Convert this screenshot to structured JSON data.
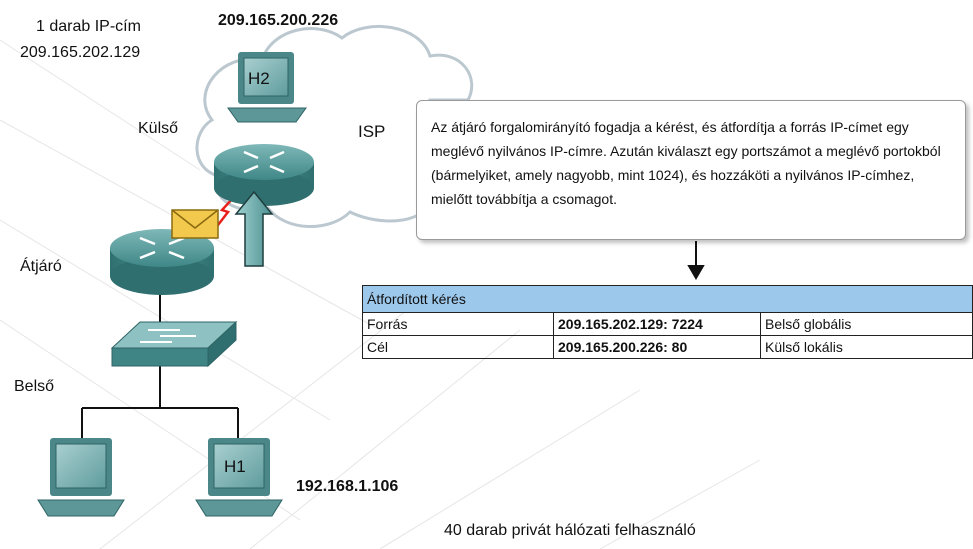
{
  "labels": {
    "public_ip_line1": "1 darab IP-cím",
    "public_ip_line2": "209.165.202.129",
    "server_ip": "209.165.200.226",
    "outside": "Külső",
    "isp": "ISP",
    "gateway": "Átjáró",
    "inside": "Belső",
    "h1_ip": "192.168.1.106",
    "footer": "40 darab privát hálózati felhasználó"
  },
  "hosts": {
    "h2": "H2",
    "h1": "H1"
  },
  "callout": {
    "text": "Az átjáró forgalomirányító fogadja a kérést, és átfordítja a forrás IP-címet egy meglévő nyilvános IP-címre. Azután kiválaszt egy portszámot a meglévő portokból (bármelyiket, amely nagyobb, mint 1024), és hozzáköti a nyilvános IP-címhez, mielőtt továbbítja a csomagot."
  },
  "table": {
    "title": "Átfordított kérés",
    "rows": [
      {
        "field": "Forrás",
        "address": "209.165.202.129: 7224",
        "scope": "Belső globális"
      },
      {
        "field": "Cél",
        "address": "209.165.200.226: 80",
        "scope": "Külső lokális"
      }
    ]
  },
  "colors": {
    "router": "#3e8a8a",
    "cloud_stroke": "#b7c3cc",
    "table_header": "#9cc8ec",
    "serial_link": "#e8201c",
    "envelope": "#f2c94c"
  }
}
